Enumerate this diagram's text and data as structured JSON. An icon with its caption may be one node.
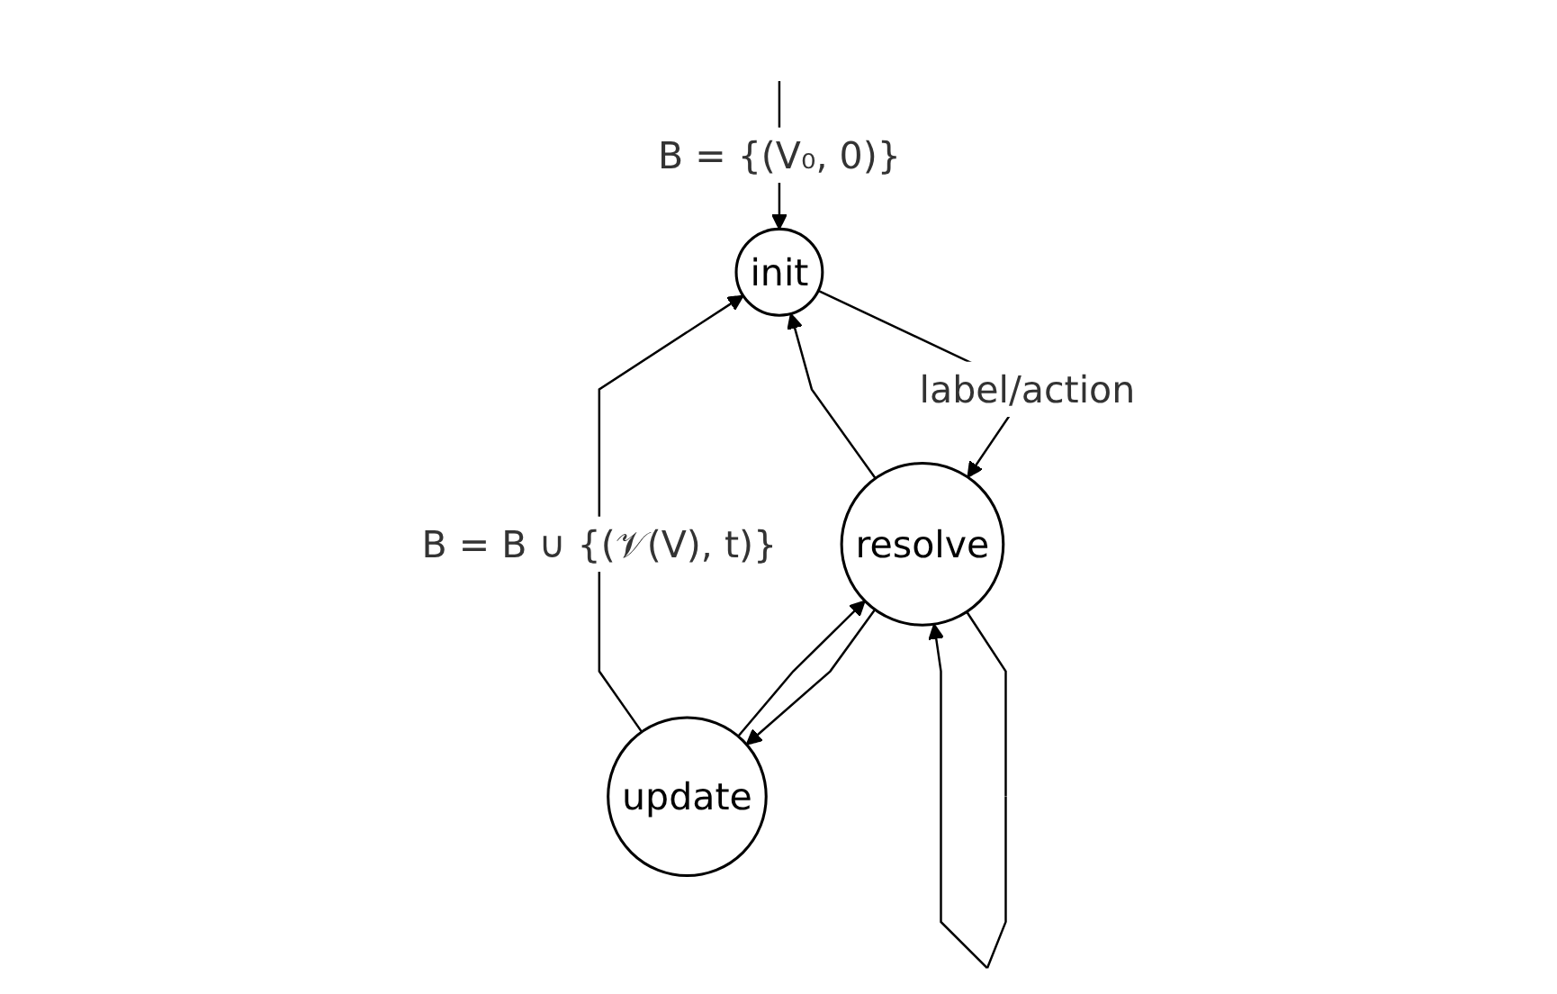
{
  "diagram": {
    "nodes": [
      {
        "text": [
          "init"
        ]
      },
      {
        "text": [
          "resolve"
        ]
      },
      {
        "text": [
          "update"
        ]
      }
    ],
    "edges": [
      {
        "from": null,
        "to": 0,
        "arrow": "to",
        "label": "B = {(V₀, 0)}"
      },
      {
        "from": 0,
        "to": 1,
        "arrow": "to",
        "label": "label/action"
      },
      {
        "from": 1,
        "to": 0,
        "arrow": "to"
      },
      {
        "from": 1,
        "to": 1,
        "arrow": "to"
      },
      {
        "from": 1,
        "to": 2,
        "arrow": "to"
      },
      {
        "from": 2,
        "to": 1,
        "arrow": "to"
      },
      {
        "from": 2,
        "to": 0,
        "arrow": "to",
        "label": "B = B ∪ {(𝒱(V), t)}"
      }
    ]
  }
}
